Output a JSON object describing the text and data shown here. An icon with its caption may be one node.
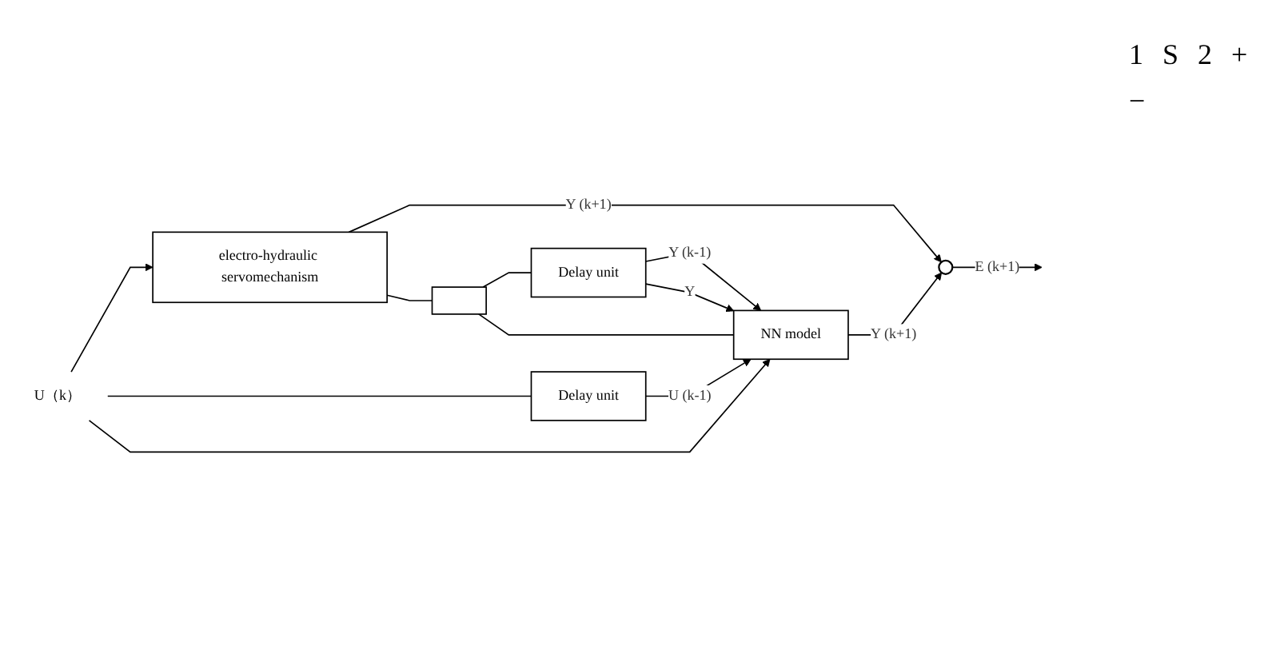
{
  "diagram": {
    "nodes": [
      {
        "text": [
          "U（k）"
        ]
      },
      {
        "text": [
          "electro-hydraulic servomechanism"
        ]
      },
      {
        "text": [
          "Delay unit"
        ]
      },
      {
        "text": [],
        "shape": "switch"
      },
      {
        "text": [
          "Delay unit"
        ]
      },
      {
        "text": [
          "NN model"
        ]
      },
      {
        "text": [],
        "shape": "circle"
      }
    ],
    "edges": [
      {
        "from": 0,
        "to": 1,
        "arrow": "to"
      },
      {
        "from": 0,
        "to": 2,
        "arrow": "none"
      },
      {
        "from": 0,
        "to": 5,
        "arrow": "to"
      },
      {
        "from": 2,
        "to": 5,
        "arrow": "to",
        "label": "U (k-1)"
      },
      {
        "from": 1,
        "to": 6,
        "arrow": "to",
        "label": "Y (k+1)"
      },
      {
        "from": 1,
        "to": 3,
        "arrow": "none"
      },
      {
        "from": 3,
        "to": 4,
        "arrow": "none"
      },
      {
        "from": 4,
        "to": 5,
        "arrow": "to",
        "label": "Y (k-1)"
      },
      {
        "from": 4,
        "to": 5,
        "arrow": "to",
        "label": "Y"
      },
      {
        "from": 5,
        "to": 6,
        "arrow": "to",
        "label": "Y (k+1)"
      },
      {
        "from": 5,
        "to": 3,
        "arrow": "none"
      },
      {
        "from": 6,
        "to": null,
        "arrow": "to",
        "label": "E (k+1)"
      }
    ],
    "labels": [
      "1",
      "S",
      "2",
      "+",
      "−"
    ]
  }
}
